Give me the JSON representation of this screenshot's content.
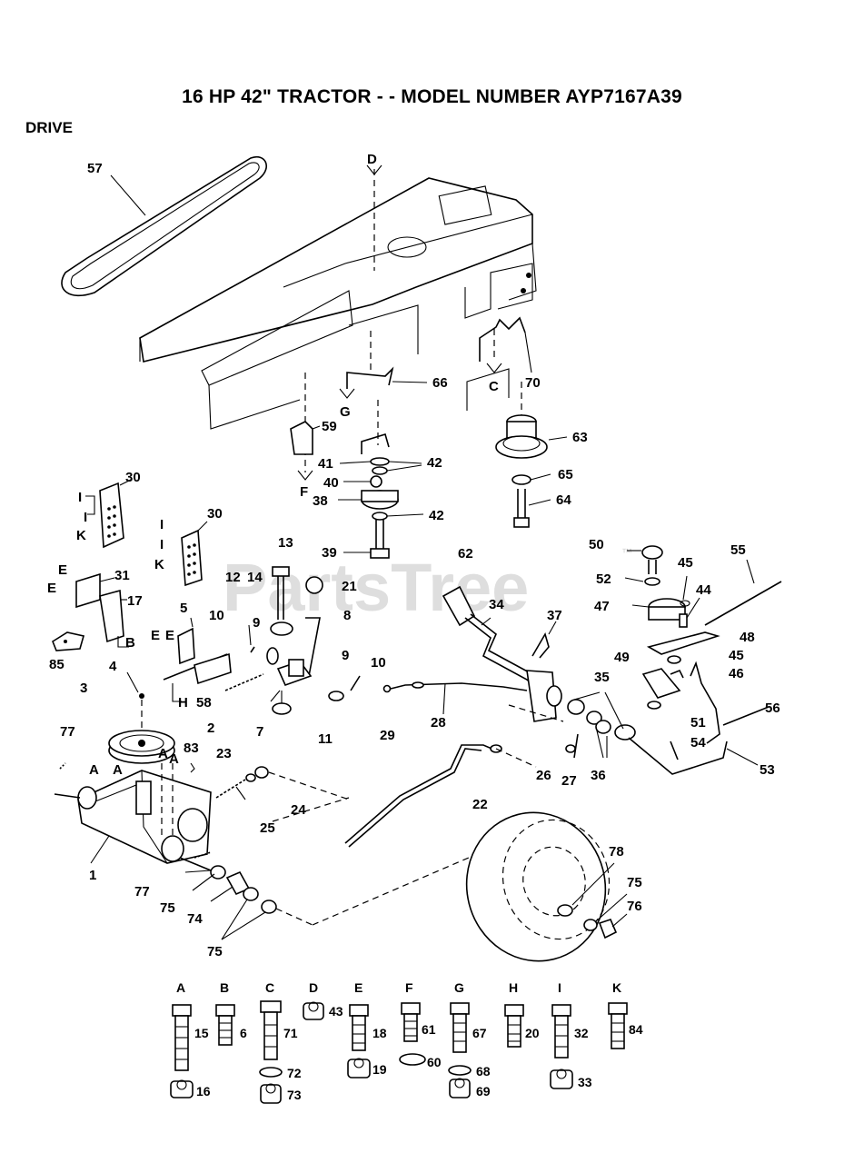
{
  "title": "16 HP 42\" TRACTOR - - MODEL NUMBER AYP7167A39",
  "section": "DRIVE",
  "watermark": "PartsTree",
  "watermark_tm": "™",
  "callouts": {
    "c57": "57",
    "c70": "70",
    "c66": "66",
    "c63": "63",
    "c65": "65",
    "c64": "64",
    "c59": "59",
    "c41": "41",
    "c42a": "42",
    "c40": "40",
    "c38": "38",
    "c42b": "42",
    "c39": "39",
    "c30a": "30",
    "c30b": "30",
    "c31": "31",
    "c17": "17",
    "c5": "5",
    "c85": "85",
    "c58": "58",
    "c13": "13",
    "c12": "12",
    "c14": "14",
    "c21": "21",
    "c10a": "10",
    "c9a": "9",
    "c8": "8",
    "c9b": "9",
    "c10b": "10",
    "c2": "2",
    "c7": "7",
    "c11": "11",
    "c29": "29",
    "c28": "28",
    "c62": "62",
    "c34": "34",
    "c37": "37",
    "c50": "50",
    "c52": "52",
    "c47": "47",
    "c45a": "45",
    "c44": "44",
    "c55": "55",
    "c48": "48",
    "c45b": "45",
    "c46": "46",
    "c49": "49",
    "c51": "51",
    "c35": "35",
    "c26": "26",
    "c27": "27",
    "c36": "36",
    "c54": "54",
    "c56": "56",
    "c53": "53",
    "c22": "22",
    "c3": "3",
    "c4": "4",
    "c77a": "77",
    "c83": "83",
    "c23": "23",
    "c24": "24",
    "c25": "25",
    "c1": "1",
    "c77b": "77",
    "c75a": "75",
    "c74": "74",
    "c75b": "75",
    "c78": "78",
    "c75c": "75",
    "c76": "76"
  },
  "letters": {
    "D": "D",
    "C": "C",
    "G": "G",
    "F": "F",
    "I1": "I",
    "I2": "I",
    "K1": "K",
    "I3": "I",
    "I4": "I",
    "K2": "K",
    "E1": "E",
    "E2": "E",
    "E3": "E",
    "E4": "E",
    "B": "B",
    "H": "H",
    "A1": "A",
    "A2": "A",
    "A3": "A",
    "A4": "A"
  },
  "hardware": [
    {
      "letter": "A",
      "parts": [
        "15",
        "16"
      ]
    },
    {
      "letter": "B",
      "parts": [
        "6"
      ]
    },
    {
      "letter": "C",
      "parts": [
        "71",
        "72",
        "73"
      ]
    },
    {
      "letter": "D",
      "parts": [
        "43"
      ]
    },
    {
      "letter": "E",
      "parts": [
        "18",
        "19"
      ]
    },
    {
      "letter": "F",
      "parts": [
        "61",
        "60"
      ]
    },
    {
      "letter": "G",
      "parts": [
        "67",
        "68",
        "69"
      ]
    },
    {
      "letter": "H",
      "parts": [
        "20"
      ]
    },
    {
      "letter": "I",
      "parts": [
        "32",
        "33"
      ]
    },
    {
      "letter": "K",
      "parts": [
        "84"
      ]
    }
  ]
}
